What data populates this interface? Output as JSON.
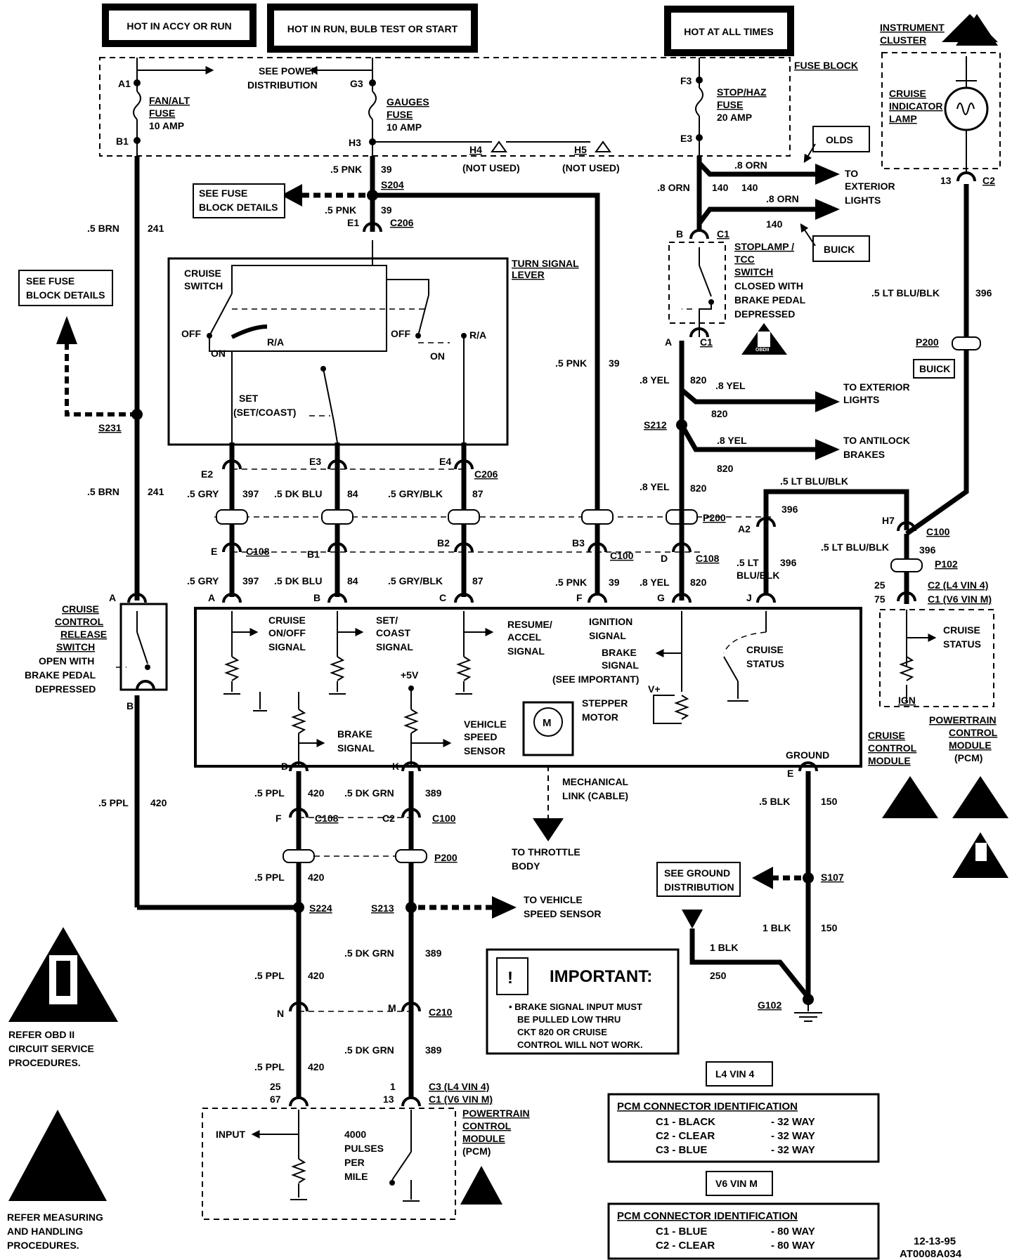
{
  "power_headers": {
    "accy_run": "HOT IN ACCY OR RUN",
    "run_bulb": "HOT IN RUN, BULB TEST OR START",
    "all_times": "HOT AT ALL TIMES"
  },
  "fuse_block": {
    "title": "FUSE BLOCK",
    "see_power_1": "SEE POWER",
    "see_power_2": "DISTRIBUTION",
    "fan_fuse": [
      "FAN/ALT",
      "FUSE",
      "10 AMP"
    ],
    "gauges_fuse": [
      "GAUGES",
      "FUSE",
      "10 AMP"
    ],
    "stop_fuse": [
      "STOP/HAZ",
      "FUSE",
      "20 AMP"
    ],
    "terminals": {
      "a1": "A1",
      "b1": "B1",
      "g3": "G3",
      "h3": "H3",
      "f3": "F3",
      "e3": "E3",
      "h4": "H4",
      "h5": "H5"
    },
    "not_used": "(NOT USED)"
  },
  "wires": {
    "brn_05": ".5 BRN",
    "c241": "241",
    "pnk_05": ".5 PNK",
    "c39": "39",
    "orn_08": ".8 ORN",
    "c140": "140",
    "yel_08": ".8 YEL",
    "c820": "820",
    "ltblublk_05": ".5 LT BLU/BLK",
    "c396": "396",
    "gry_05": ".5 GRY",
    "c397": "397",
    "dkblu_05": ".5 DK BLU",
    "c84": "84",
    "gryblk_05": ".5 GRY/BLK",
    "c87": "87",
    "ppl_05": ".5 PPL",
    "c420": "420",
    "dkgrn_05": ".5 DK GRN",
    "c389": "389",
    "blk_05": ".5 BLK",
    "c150": "150",
    "blk_1": "1 BLK",
    "c250": "250",
    "lt_05": ".5 LT",
    "blublk": "BLU/BLK"
  },
  "splices": {
    "s204": "S204",
    "s231": "S231",
    "s212": "S212",
    "s224": "S224",
    "s213": "S213",
    "s107": "S107",
    "g102": "G102"
  },
  "connectors": {
    "c206": "C206",
    "c108": "C108",
    "c100": "C100",
    "c210": "C210",
    "p200": "P200",
    "p102": "P102",
    "c1": "C1",
    "c2": "C2",
    "c3": "C3",
    "e1": "E1",
    "e2": "E2",
    "e3": "E3",
    "e4": "E4",
    "e": "E",
    "b1": "B1",
    "b2": "B2",
    "b3": "B3",
    "d": "D",
    "h7": "H7",
    "a2": "A2",
    "f": "F",
    "c2pin": "C2",
    "n": "N",
    "m": "M",
    "a": "A",
    "b": "B",
    "c": "C",
    "g": "G",
    "j": "J",
    "k": "K",
    "n13": "13",
    "n25": "25",
    "n75": "75",
    "n67": "67",
    "n1": "1"
  },
  "refs": {
    "see_fuse_1": "SEE FUSE",
    "see_fuse_2": "BLOCK DETAILS",
    "olds": "OLDS",
    "buick": "BUICK",
    "to_ext_1": "TO",
    "to_ext_2": "EXTERIOR",
    "to_ext_3": "LIGHTS",
    "to_ext_b": "TO EXTERIOR",
    "to_ext_c": "LIGHTS",
    "to_abs_1": "TO ANTILOCK",
    "to_abs_2": "BRAKES",
    "see_ground_1": "SEE GROUND",
    "see_ground_2": "DISTRIBUTION",
    "to_vss_1": "TO VEHICLE",
    "to_vss_2": "SPEED SENSOR",
    "to_throttle_1": "TO THROTTLE",
    "to_throttle_2": "BODY",
    "mech_1": "MECHANICAL",
    "mech_2": "LINK (CABLE)"
  },
  "components": {
    "instrument_cluster": [
      "INSTRUMENT",
      "CLUSTER"
    ],
    "cruise_lamp": [
      "CRUISE",
      "INDICATOR",
      "LAMP"
    ],
    "stoplamp_switch": [
      "STOPLAMP /",
      "TCC",
      "SWITCH",
      "CLOSED WITH",
      "BRAKE PEDAL",
      "DEPRESSED"
    ],
    "turn_signal_lever": [
      "TURN SIGNAL",
      "LEVER"
    ],
    "cruise_switch": [
      "CRUISE",
      "SWITCH"
    ],
    "off": "OFF",
    "on": "ON",
    "ra": "R/A",
    "set": [
      "SET",
      "(SET/COAST)"
    ],
    "release_switch": [
      "CRUISE",
      "CONTROL",
      "RELEASE",
      "SWITCH",
      "OPEN WITH",
      "BRAKE PEDAL",
      "DEPRESSED"
    ],
    "ccm_signals": {
      "onoff": [
        "CRUISE",
        "ON/OFF",
        "SIGNAL"
      ],
      "setcoast": [
        "SET/",
        "COAST",
        "SIGNAL"
      ],
      "resume": [
        "RESUME/",
        "ACCEL",
        "SIGNAL"
      ],
      "ignition": [
        "IGNITION",
        "SIGNAL"
      ],
      "brake": [
        "BRAKE",
        "SIGNAL",
        "(SEE IMPORTANT)"
      ],
      "vplus": "V+",
      "cruise_status": [
        "CRUISE",
        "STATUS"
      ],
      "plus5v": "+5V",
      "brake2": [
        "BRAKE",
        "SIGNAL"
      ],
      "vss": [
        "VEHICLE",
        "SPEED",
        "SENSOR"
      ],
      "stepper": [
        "STEPPER",
        "MOTOR"
      ],
      "motor": "M",
      "ground": "GROUND"
    },
    "ccm_label": [
      "CRUISE",
      "CONTROL",
      "MODULE"
    ],
    "pcm_top": {
      "c2_l4": "C2 (L4 VIN 4)",
      "c1_v6": "C1 (V6 VIN M)",
      "status": [
        "CRUISE",
        "STATUS"
      ],
      "ign": "IGN",
      "label": [
        "POWERTRAIN",
        "CONTROL",
        "MODULE",
        "(PCM)"
      ]
    },
    "pcm_bottom": {
      "c3_l4": "C3 (L4 VIN 4)",
      "c1_v6": "C1 (V6 VIN M)",
      "input": "INPUT",
      "pulses": [
        "4000",
        "PULSES",
        "PER",
        "MILE"
      ],
      "label": [
        "POWERTRAIN",
        "CONTROL",
        "MODULE",
        "(PCM)"
      ]
    }
  },
  "important": {
    "title": "IMPORTANT:",
    "mark": "!",
    "lines": [
      "• BRAKE SIGNAL INPUT MUST",
      "BE PULLED LOW THRU",
      "CKT 820 OR CRUISE",
      "CONTROL WILL NOT WORK."
    ]
  },
  "notes": {
    "obd": [
      "REFER OBD II",
      "CIRCUIT SERVICE",
      "PROCEDURES."
    ],
    "esd": [
      "REFER MEASURING",
      "AND HANDLING",
      "PROCEDURES."
    ],
    "obd_badge": "OBDII"
  },
  "pcm_ident": {
    "l4_tag": "L4 VIN 4",
    "v6_tag": "V6 VIN M",
    "title": "PCM CONNECTOR IDENTIFICATION",
    "l4_rows": [
      "C1 - BLACK",
      "C2 - CLEAR",
      "C3 - BLUE"
    ],
    "l4_ways": [
      "- 32 WAY",
      "- 32 WAY",
      "- 32 WAY"
    ],
    "v6_rows": [
      "C1 - BLUE",
      "C2 - CLEAR"
    ],
    "v6_ways": [
      "- 80 WAY",
      "- 80 WAY"
    ]
  },
  "footer": {
    "date": "12-13-95",
    "code": "AT0008A034"
  }
}
